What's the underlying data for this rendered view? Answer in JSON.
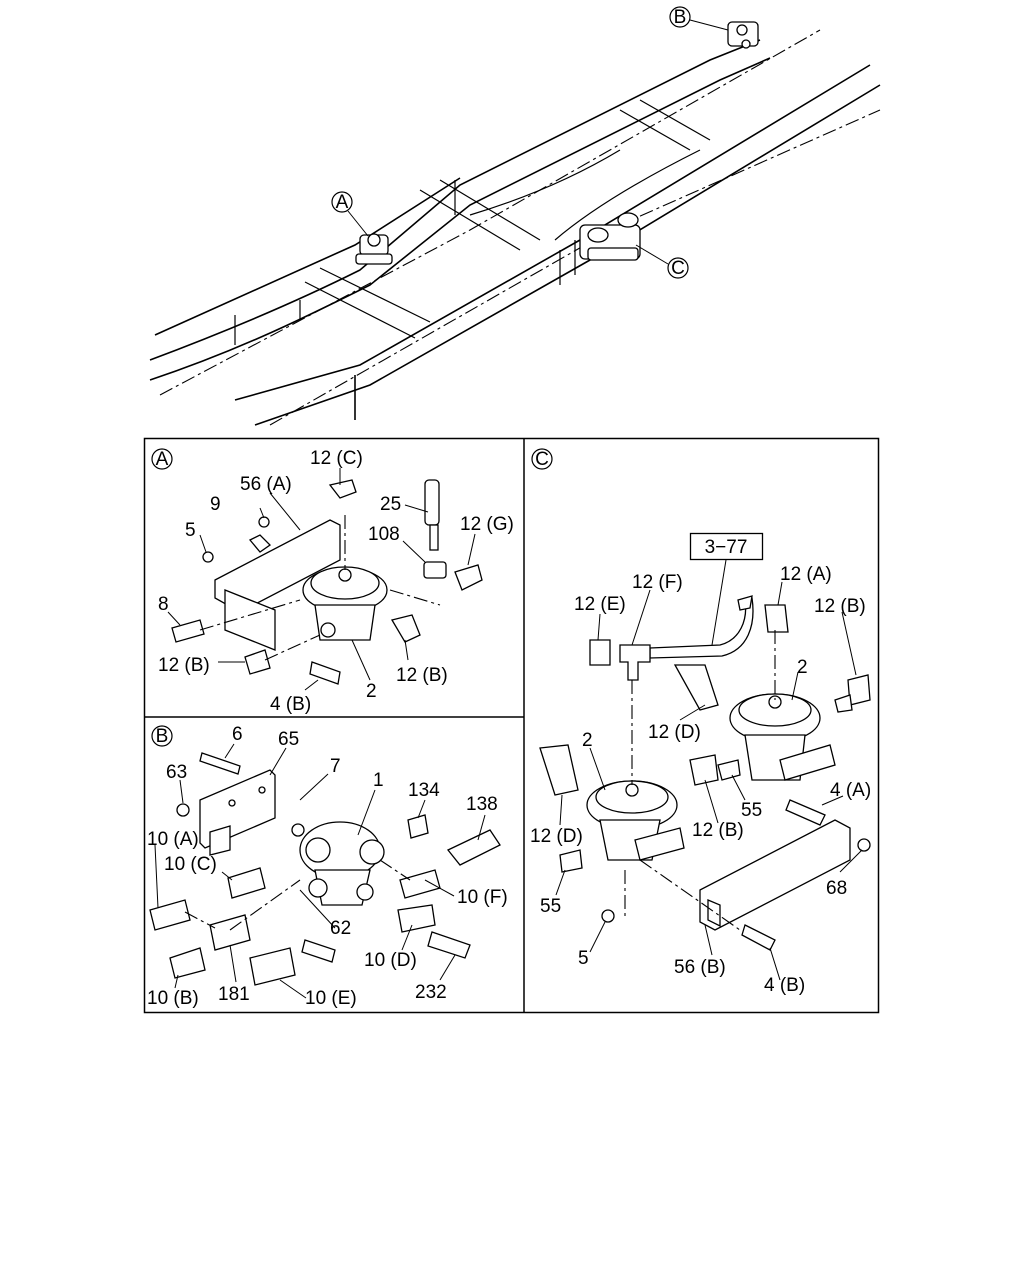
{
  "frame_callouts": {
    "top_b": "B",
    "top_a": "A",
    "top_c": "C"
  },
  "panels": {
    "a": {
      "letter": "A",
      "labels": {
        "l12c": "12 (C)",
        "l56a": "56 (A)",
        "l9": "9",
        "l5": "5",
        "l25": "25",
        "l108": "108",
        "l12g": "12 (G)",
        "l8": "8",
        "l12b_left": "12 (B)",
        "l12b_right": "12 (B)",
        "l4b": "4 (B)",
        "l2": "2"
      }
    },
    "b": {
      "letter": "B",
      "labels": {
        "l6": "6",
        "l65": "65",
        "l63": "63",
        "l7": "7",
        "l1": "1",
        "l134": "134",
        "l138": "138",
        "l10a": "10 (A)",
        "l10c": "10 (C)",
        "l10f": "10 (F)",
        "l62": "62",
        "l10d": "10 (D)",
        "l10b": "10 (B)",
        "l181": "181",
        "l10e": "10 (E)",
        "l232": "232"
      }
    },
    "c": {
      "letter": "C",
      "ref_box": "3−77",
      "labels": {
        "l12f": "12 (F)",
        "l12a": "12 (A)",
        "l12e": "12 (E)",
        "l12b_top": "12 (B)",
        "l2_right": "2",
        "l12d_right": "12 (D)",
        "l2_left": "2",
        "l12d_left": "12 (D)",
        "l12b_mid": "12 (B)",
        "l55_right": "55",
        "l4a": "4 (A)",
        "l55_left": "55",
        "l68": "68",
        "l5": "5",
        "l56b": "56 (B)",
        "l4b": "4 (B)"
      }
    }
  }
}
